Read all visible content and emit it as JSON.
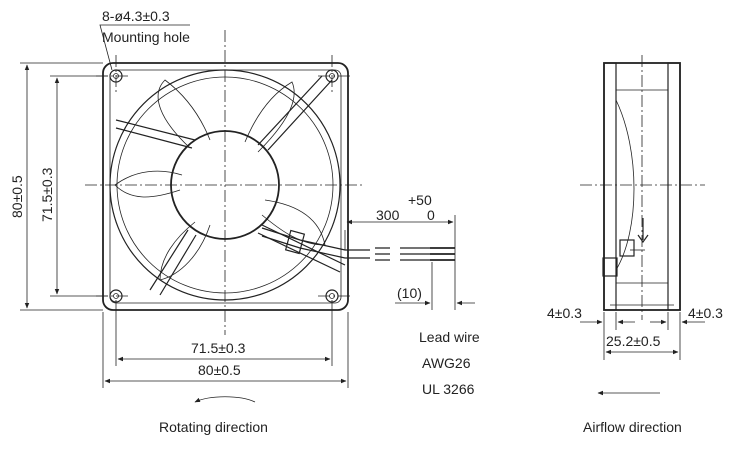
{
  "labels": {
    "hole_dim": "8-ø4.3±0.3",
    "mounting_hole": "Mounting hole",
    "outer_height": "80±0.5",
    "pitch_height": "71.5±0.3",
    "pitch_width": "71.5±0.3",
    "outer_width": "80±0.5",
    "wire_tol_plus": "+50",
    "wire_len": "300",
    "wire_tol_zero": "0",
    "strip_len": "(10)",
    "lead_wire": "Lead wire",
    "awg": "AWG26",
    "ul": "UL 3266",
    "rotating_direction": "Rotating direction",
    "flange_left": "4±0.3",
    "flange_right": "4±0.3",
    "depth": "25.2±0.5",
    "airflow_direction": "Airflow direction"
  },
  "colors": {
    "line": "#222222",
    "background": "#ffffff"
  }
}
